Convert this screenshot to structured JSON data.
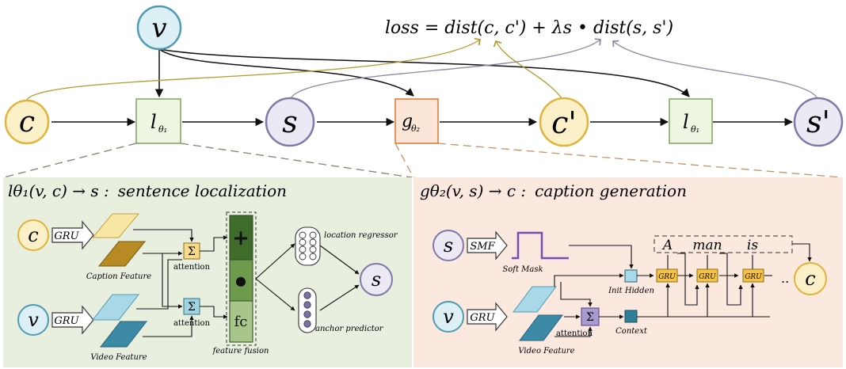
{
  "top": {
    "node_v": "v",
    "node_c": "c",
    "node_s": "s",
    "node_c_prime": "c'",
    "node_s_prime": "s'",
    "l_theta1_main": "l",
    "l_theta1_sub": "θ₁",
    "g_theta2_main": "g",
    "g_theta2_sub": "θ₂",
    "loss_equation": "loss = dist(c, c') + λs • dist(s, s')"
  },
  "left_panel": {
    "title_fn": "lθ₁(v, c) → s :",
    "title_text": "sentence localization",
    "node_c": "c",
    "node_v": "v",
    "gru_top": "GRU",
    "gru_bottom": "GRU",
    "caption_feature": "Caption Feature",
    "video_feature": "Video Feature",
    "sum_top": "Σ",
    "sum_bottom": "Σ",
    "attention_top": "attention",
    "attention_bottom": "attention",
    "fusion_plus": "+",
    "fusion_dot": "●",
    "fusion_fc": "fc",
    "feature_fusion": "feature fusion",
    "location_regressor": "location regressor",
    "anchor_predictor": "anchor predictor",
    "output_s": "s"
  },
  "right_panel": {
    "title_fn": "gθ₂(v, s) → c :",
    "title_text": "caption generation",
    "node_s": "s",
    "node_v": "v",
    "smf": "SMF",
    "gru_video": "GRU",
    "soft_mask": "Soft Mask",
    "video_feature": "Video Feature",
    "attention": "attention",
    "sum": "Σ",
    "init_hidden": "Init Hidden",
    "context": "Context",
    "gru_cell": "GRU",
    "words": [
      "A",
      "man",
      "is"
    ],
    "ellipsis": "..",
    "output_c": "c"
  },
  "colors": {
    "yellow_fill": "#fbf0c8",
    "yellow_stroke": "#e2b33a",
    "blue_fill": "#dcf0f5",
    "blue_stroke": "#4f9bb3",
    "purple_fill": "#ece8f4",
    "purple_stroke": "#8078a8",
    "green_box_fill": "#eef5e2",
    "green_box_stroke": "#7ea35a",
    "orange_box_fill": "#fbe5d6",
    "orange_box_stroke": "#e0752f",
    "left_panel_bg": "#e8efdf",
    "right_panel_bg": "#fbe9df",
    "gru_gold": "#f6c244",
    "olive_arrow": "#b39a2c",
    "gray_arrow": "#8a8aa0"
  }
}
